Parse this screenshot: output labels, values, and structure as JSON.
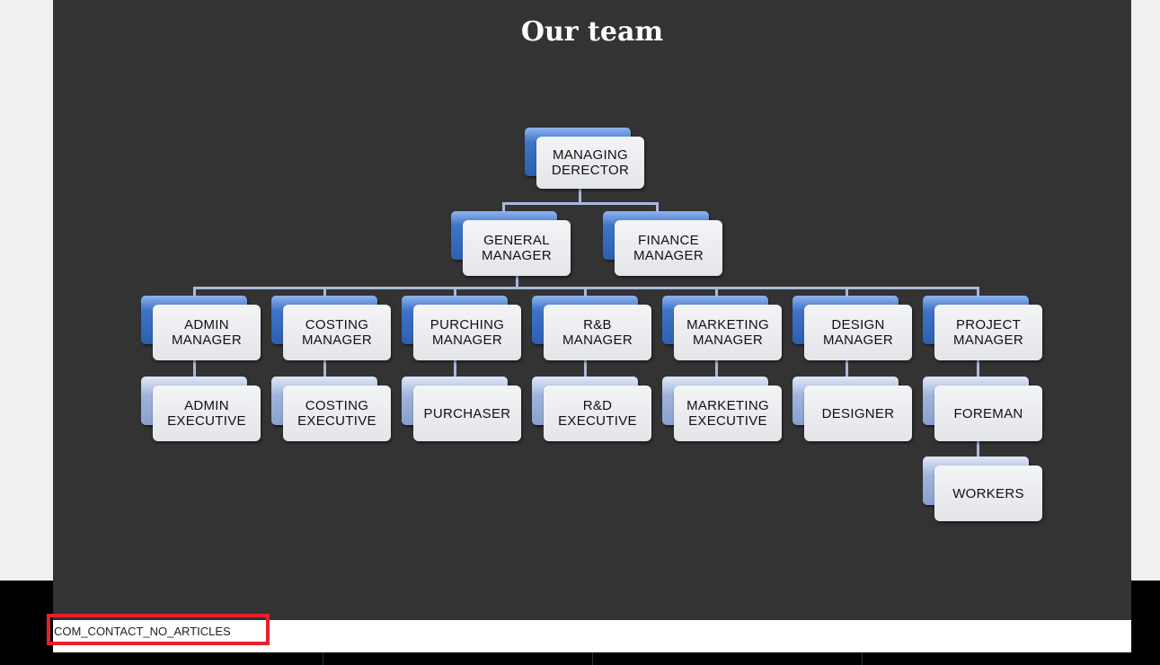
{
  "title": "Our team",
  "org_chart": {
    "top": "MANAGING\nDERECTOR",
    "level2": [
      "GENERAL\nMANAGER",
      "FINANCE\nMANAGER"
    ],
    "managers": [
      "ADMIN\nMANAGER",
      "COSTING\nMANAGER",
      "PURCHING\nMANAGER",
      "R&B\nMANAGER",
      "MARKETING\nMANAGER",
      "DESIGN\nMANAGER",
      "PROJECT\nMANAGER"
    ],
    "staff": [
      "ADMIN\nEXECUTIVE",
      "COSTING\nEXECUTIVE",
      "PURCHASER",
      "R&D\nEXECUTIVE",
      "MARKETING\nEXECUTIVE",
      "DESIGNER",
      "FOREMAN"
    ],
    "bottom": "WORKERS"
  },
  "message": "COM_CONTACT_NO_ARTICLES",
  "colors": {
    "panel": "#333333",
    "highlight": "#e8202a"
  }
}
